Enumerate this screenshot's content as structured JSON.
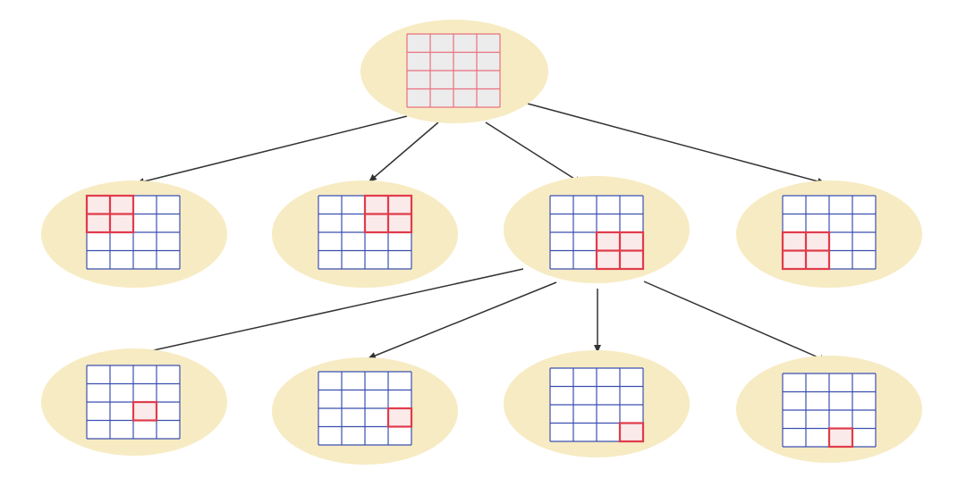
{
  "colors": {
    "background": "#ffffff",
    "node_fill": "#f7ebc3",
    "grid_line": "#3b4fb0",
    "highlight_line": "#e03b4b",
    "highlight_fill": "#fbeaea",
    "root_cell_fill": "#ececec",
    "root_grid_line": "#e8707c",
    "arrow": "#333333"
  },
  "grid": {
    "rows": 4,
    "cols": 4
  },
  "tree": {
    "root": {
      "id": "root",
      "highlight": "all"
    },
    "level1": [
      {
        "id": "l1-a",
        "highlight": {
          "row": 0,
          "col": 0,
          "size": 2
        }
      },
      {
        "id": "l1-b",
        "highlight": {
          "row": 0,
          "col": 2,
          "size": 2
        }
      },
      {
        "id": "l1-c",
        "highlight": {
          "row": 2,
          "col": 2,
          "size": 2
        },
        "expanded": true
      },
      {
        "id": "l1-d",
        "highlight": {
          "row": 2,
          "col": 0,
          "size": 2
        }
      }
    ],
    "level2": [
      {
        "id": "l2-a",
        "highlight": {
          "row": 2,
          "col": 2,
          "size": 1
        }
      },
      {
        "id": "l2-b",
        "highlight": {
          "row": 2,
          "col": 3,
          "size": 1
        }
      },
      {
        "id": "l2-c",
        "highlight": {
          "row": 3,
          "col": 3,
          "size": 1
        }
      },
      {
        "id": "l2-d",
        "highlight": {
          "row": 3,
          "col": 2,
          "size": 1
        }
      }
    ]
  }
}
